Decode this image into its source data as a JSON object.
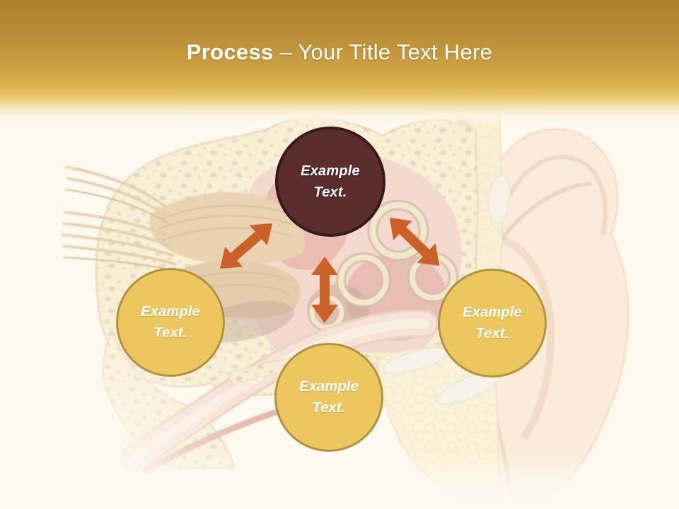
{
  "slide": {
    "title": {
      "emphasis": "Process",
      "rest": "– Your Title Text Here"
    },
    "nodes": {
      "top": {
        "line1": "Example",
        "line2": "Text."
      },
      "left": {
        "line1": "Example",
        "line2": "Text."
      },
      "bottom": {
        "line1": "Example",
        "line2": "Text."
      },
      "right": {
        "line1": "Example",
        "line2": "Text."
      }
    },
    "colors": {
      "header_gold_top": "#aa8130",
      "header_gold_mid": "#cda242",
      "slide_background": "#fdf9ef",
      "node_dark_fill": "#5b2d2c",
      "node_dark_border": "#371b1b",
      "node_gold_fill": "#ecc75f",
      "node_gold_border": "#b0923f",
      "arrow_orange": "#cb6127",
      "title_text": "#ffffff"
    },
    "background_description": "faded ear anatomy illustration"
  }
}
